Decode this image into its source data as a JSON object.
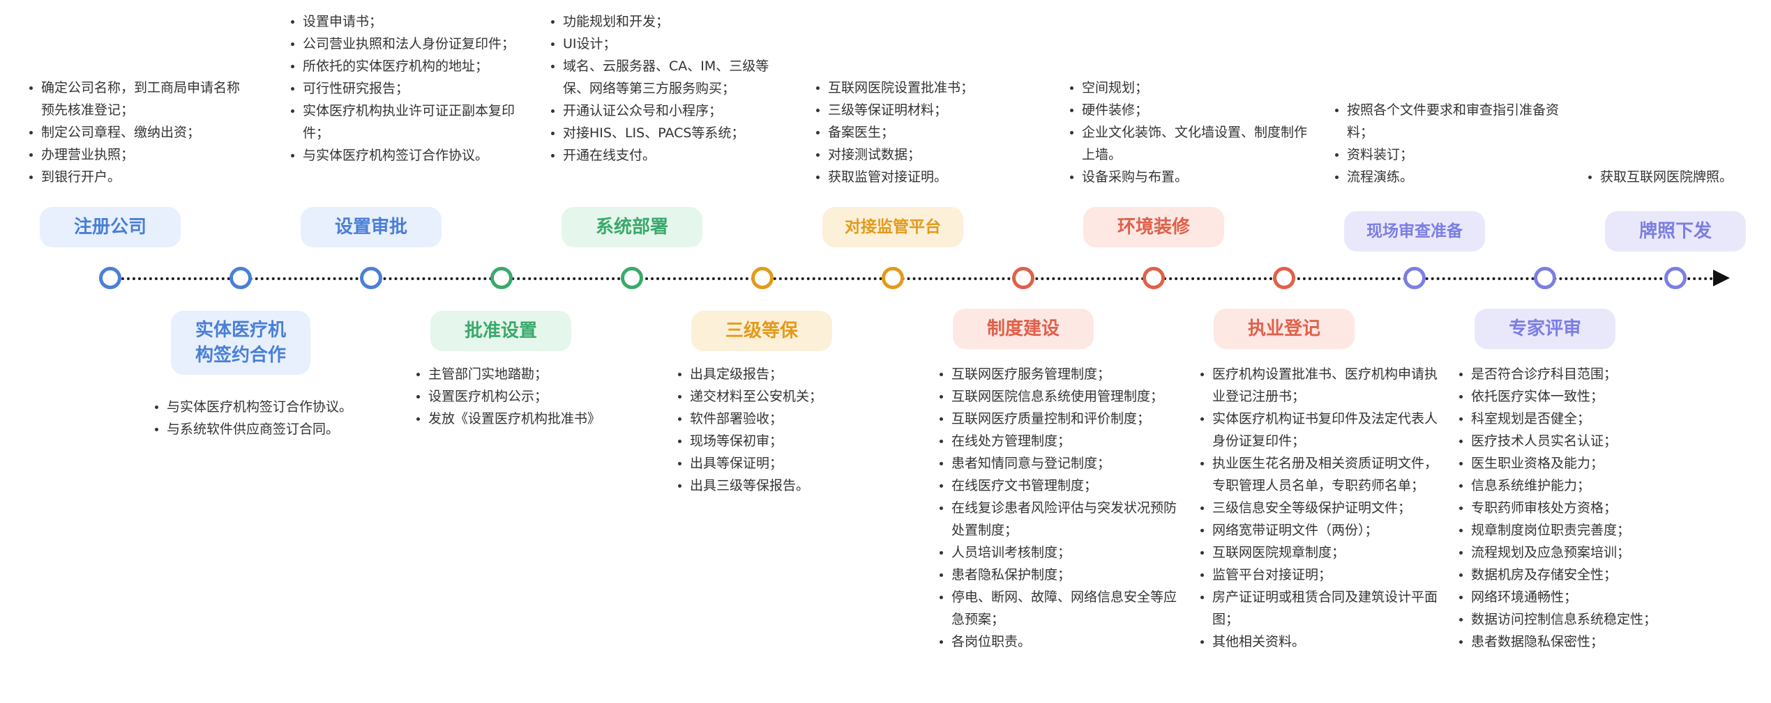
{
  "steps": [
    {
      "label": "注册公司",
      "color": "#4a7fd6",
      "bg": "#e8f0fd",
      "items": [
        "确定公司名称，到工商局申请名称预先核准登记；",
        "制定公司章程、缴纳出资；",
        "办理营业执照；",
        "到银行开户。"
      ]
    },
    {
      "label": "实体医疗机构签约合作",
      "color": "#4a7fd6",
      "bg": "#e8f0fd",
      "items": [
        "与实体医疗机构签订合作协议。",
        "与系统软件供应商签订合同。"
      ]
    },
    {
      "label": "设置审批",
      "color": "#4a7fd6",
      "bg": "#e8f0fd",
      "items": [
        "设置申请书；",
        "公司营业执照和法人身份证复印件；",
        "所依托的实体医疗机构的地址；",
        "可行性研究报告；",
        "实体医疗机构执业许可证正副本复印件；",
        "与实体医疗机构签订合作协议。"
      ]
    },
    {
      "label": "批准设置",
      "color": "#3aa96b",
      "bg": "#e5f6ec",
      "items": [
        "主管部门实地踏勘；",
        "设置医疗机构公示；",
        "发放《设置医疗机构批准书》"
      ]
    },
    {
      "label": "系统部署",
      "color": "#3aa96b",
      "bg": "#e5f6ec",
      "items": [
        "功能规划和开发；",
        "UI设计；",
        "域名、云服务器、CA、IM、三级等保、网络等第三方服务购买；",
        "开通认证公众号和小程序；",
        "对接HIS、LIS、PACS等系统；",
        "开通在线支付。"
      ]
    },
    {
      "label": "三级等保",
      "color": "#e39a1b",
      "bg": "#fdf0d9",
      "items": [
        "出具定级报告；",
        "递交材料至公安机关；",
        "软件部署验收；",
        "现场等保初审；",
        "出具等保证明；",
        "出具三级等保报告。"
      ]
    },
    {
      "label": "对接监管平台",
      "color": "#e39a1b",
      "bg": "#fdf0d9",
      "items": [
        "互联网医院设置批准书；",
        "三级等保证明材料；",
        "备案医生；",
        "对接测试数据；",
        "获取监管对接证明。"
      ]
    },
    {
      "label": "制度建设",
      "color": "#e0604a",
      "bg": "#fde8e4",
      "items": [
        "互联网医疗服务管理制度；",
        "互联网医院信息系统使用管理制度；",
        "互联网医疗质量控制和评价制度；",
        "在线处方管理制度；",
        "患者知情同意与登记制度；",
        "在线医疗文书管理制度；",
        "在线复诊患者风险评估与突发状况预防处置制度；",
        "人员培训考核制度；",
        "患者隐私保护制度；",
        "停电、断网、故障、网络信息安全等应急预案；",
        "各岗位职责。"
      ]
    },
    {
      "label": "环境装修",
      "color": "#e0604a",
      "bg": "#fde8e4",
      "items": [
        "空间规划；",
        "硬件装修；",
        "企业文化装饰、文化墙设置、制度制作上墙。",
        "设备采购与布置。"
      ]
    },
    {
      "label": "执业登记",
      "color": "#e0604a",
      "bg": "#fde8e4",
      "items": [
        "医疗机构设置批准书、医疗机构申请执业登记注册书；",
        "实体医疗机构证书复印件及法定代表人身份证复印件；",
        "执业医生花名册及相关资质证明文件，专职管理人员名单，专职药师名单；",
        "三级信息安全等级保护证明文件；",
        "网络宽带证明文件（两份）；",
        "互联网医院规章制度；",
        "监管平台对接证明；",
        "房产证证明或租赁合同及建筑设计平面图；",
        "其他相关资料。"
      ]
    },
    {
      "label": "现场审查准备",
      "color": "#7b7ee3",
      "bg": "#e9e8fb",
      "items": [
        "按照各个文件要求和审查指引准备资料；",
        "资料装订；",
        "流程演练。"
      ]
    },
    {
      "label": "专家评审",
      "color": "#7b7ee3",
      "bg": "#e9e8fb",
      "items": [
        "是否符合诊疗科目范围；",
        "依托医疗实体一致性；",
        "科室规划是否健全；",
        "医疗技术人员实名认证；",
        "医生职业资格及能力；",
        "信息系统维护能力；",
        "专职药师审核处方资格；",
        "规章制度岗位职责完善度；",
        "流程规划及应急预案培训；",
        "数据机房及存储安全性；",
        "网络环境通畅性；",
        "数据访问控制信息系统稳定性；",
        "患者数据隐私保密性；"
      ]
    },
    {
      "label": "牌照下发",
      "color": "#7b7ee3",
      "bg": "#e9e8fb",
      "items": [
        "获取互联网医院牌照。"
      ]
    }
  ]
}
